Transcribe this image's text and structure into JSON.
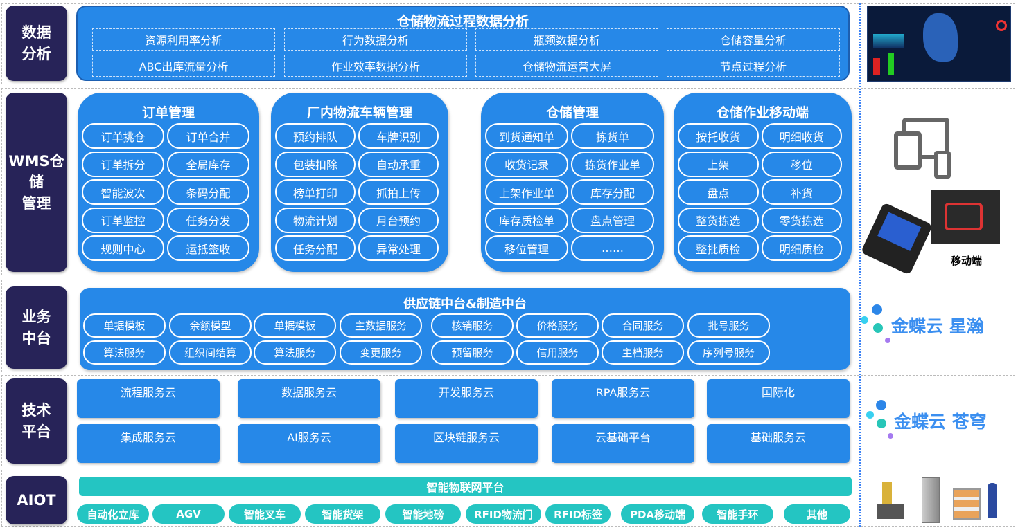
{
  "rows": {
    "data_analysis": {
      "label": "数据\n分析",
      "title": "仓储物流过程数据分析",
      "items": [
        "资源利用率分析",
        "行为数据分析",
        "瓶颈数据分析",
        "仓储容量分析",
        "ABC出库流量分析",
        "作业效率数据分析",
        "仓储物流运营大屏",
        "节点过程分析"
      ]
    },
    "wms": {
      "label": "WMS仓\n储\n管理",
      "groups": [
        {
          "title": "订单管理",
          "items": [
            "订单挑仓",
            "订单合并",
            "订单拆分",
            "全局库存",
            "智能波次",
            "条码分配",
            "订单监控",
            "任务分发",
            "规则中心",
            "运抵签收"
          ]
        },
        {
          "title": "厂内物流车辆管理",
          "items": [
            "预约排队",
            "车牌识别",
            "包装扣除",
            "自动承重",
            "榜单打印",
            "抓拍上传",
            "物流计划",
            "月台预约",
            "任务分配",
            "异常处理"
          ]
        },
        {
          "title": "仓储管理",
          "items": [
            "到货通知单",
            "拣货单",
            "收货记录",
            "拣货作业单",
            "上架作业单",
            "库存分配",
            "库存质检单",
            "盘点管理",
            "移位管理",
            "……"
          ]
        },
        {
          "title": "仓储作业移动端",
          "items": [
            "按托收货",
            "明细收货",
            "上架",
            "移位",
            "盘点",
            "补货",
            "整货拣选",
            "零货拣选",
            "整批质检",
            "明细质检"
          ]
        }
      ]
    },
    "business": {
      "label": "业务\n中台",
      "title": "供应链中台&制造中台",
      "items": [
        "单据模板",
        "余额模型",
        "单据模板",
        "主数据服务",
        "核销服务",
        "价格服务",
        "合同服务",
        "批号服务",
        "算法服务",
        "组织间结算",
        "算法服务",
        "变更服务",
        "预留服务",
        "信用服务",
        "主档服务",
        "序列号服务"
      ]
    },
    "tech": {
      "label": "技术\n平台",
      "items": [
        "流程服务云",
        "数据服务云",
        "开发服务云",
        "RPA服务云",
        "国际化",
        "集成服务云",
        "AI服务云",
        "区块链服务云",
        "云基础平台",
        "基础服务云"
      ]
    },
    "aiot": {
      "label": "AIOT",
      "title": "智能物联网平台",
      "items": [
        "自动化立库",
        "AGV",
        "智能叉车",
        "智能货架",
        "智能地磅",
        "RFID物流门",
        "RFID标签",
        "PDA移动端",
        "智能手环",
        "其他"
      ]
    }
  },
  "side": {
    "mobile_label": "移动端",
    "xinghan_logo": "金蝶云 星瀚",
    "cangqiong_logo": "金蝶云 苍穹"
  },
  "colors": {
    "navy": "#272358",
    "blue": "#2688e8",
    "teal": "#24c5c2"
  }
}
